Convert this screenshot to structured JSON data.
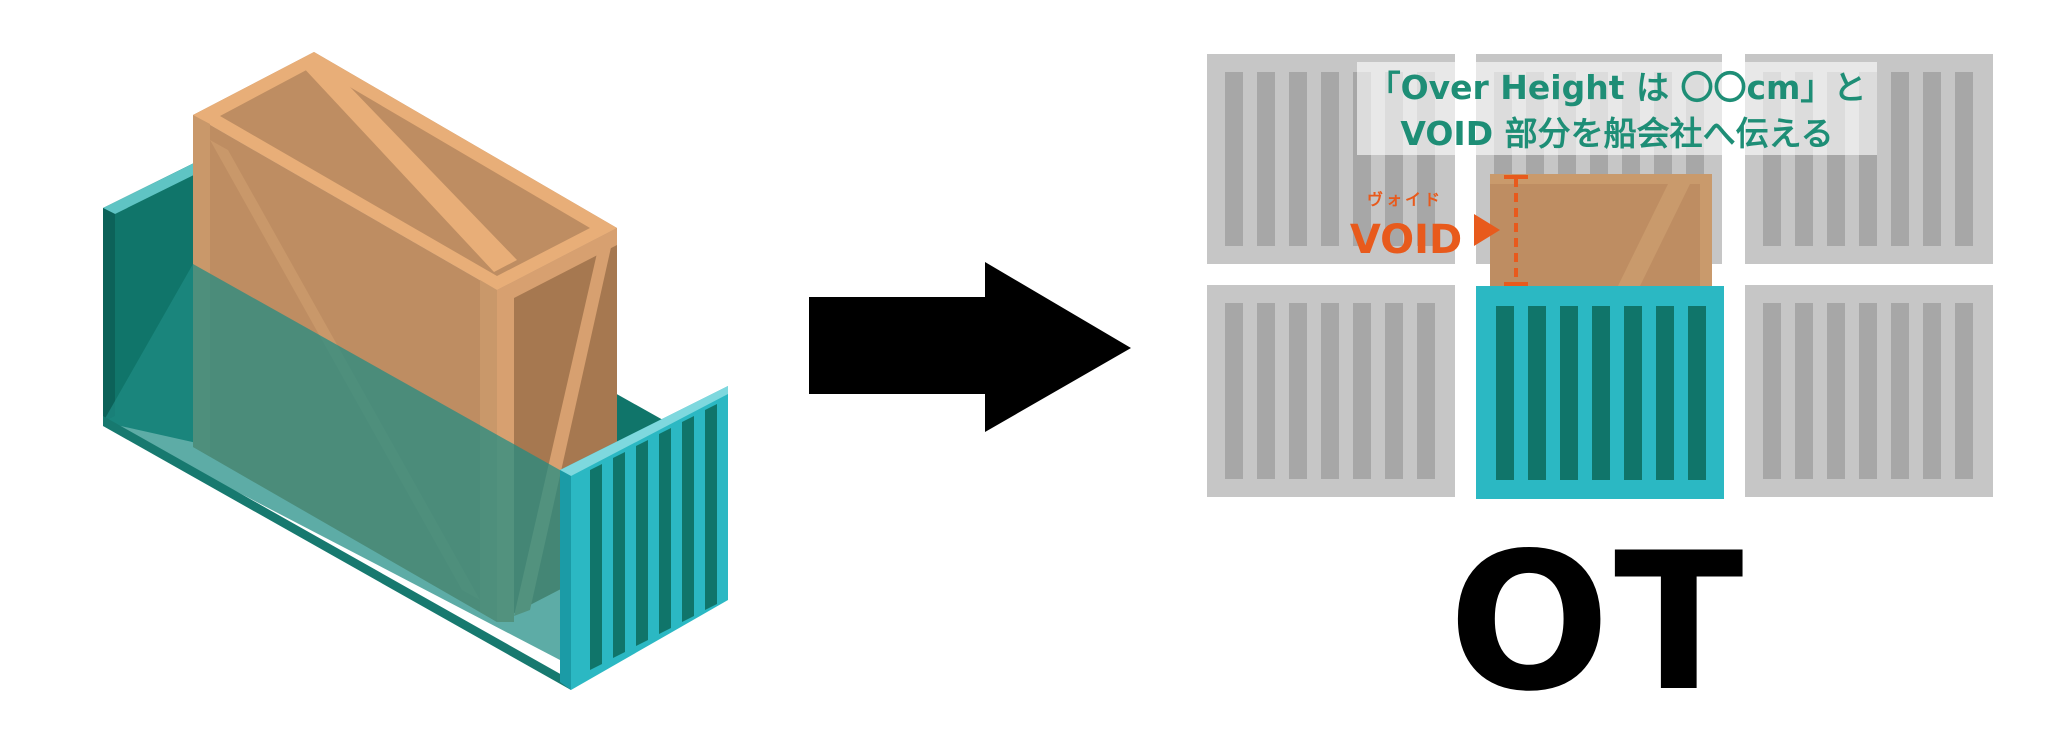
{
  "callout": {
    "line1": "「Over Height は 〇〇cm」と",
    "line2": "VOID 部分を船会社へ伝える"
  },
  "void_label": {
    "ruby": "ヴォイド",
    "text": "VOID"
  },
  "container_code": "OT",
  "colors": {
    "teal_dark": "#10756A",
    "teal_mid": "#1E8C84",
    "teal_light": "#2BB8C3",
    "crate": "#BE8D62",
    "crate_frame": "#E8AE78",
    "void_orange": "#E85A1C",
    "gray_container": "#C6C6C6",
    "callout_text": "#1E8E76"
  }
}
